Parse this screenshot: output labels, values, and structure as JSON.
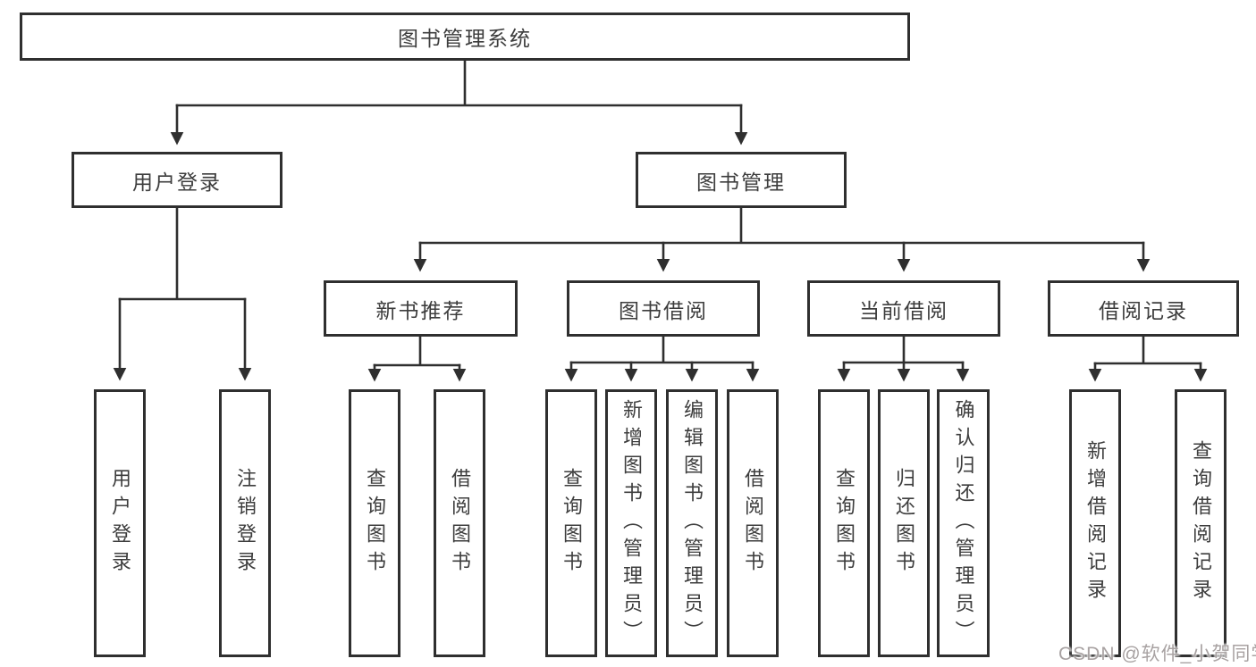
{
  "diagram": {
    "title": "图书管理系统",
    "nodes": {
      "root": "图书管理系统",
      "user_login": "用户登录",
      "book_mgmt": "图书管理",
      "leaf_user_login": "用户登录",
      "leaf_logout": "注销登录",
      "new_book_rec": "新书推荐",
      "book_borrow": "图书借阅",
      "current_borrow": "当前借阅",
      "borrow_record": "借阅记录",
      "nb_query": "查询图书",
      "nb_borrow": "借阅图书",
      "bb_query": "查询图书",
      "bb_add": "新增图书（管理员）",
      "bb_edit": "编辑图书（管理员）",
      "bb_borrow": "借阅图书",
      "cb_query": "查询图书",
      "cb_return": "归还图书",
      "cb_confirm": "确认归还（管理员）",
      "br_add": "新增借阅记录",
      "br_query": "查询借阅记录"
    },
    "structure": {
      "图书管理系统": {
        "用户登录": [
          "用户登录",
          "注销登录"
        ],
        "图书管理": {
          "新书推荐": [
            "查询图书",
            "借阅图书"
          ],
          "图书借阅": [
            "查询图书",
            "新增图书（管理员）",
            "编辑图书（管理员）",
            "借阅图书"
          ],
          "当前借阅": [
            "查询图书",
            "归还图书",
            "确认归还（管理员）"
          ],
          "借阅记录": [
            "新增借阅记录",
            "查询借阅记录"
          ]
        }
      }
    },
    "colors": {
      "line": "#2f2f2f",
      "text": "#3d3d3d",
      "background": "#ffffff",
      "watermark": "#a8a2a2"
    }
  },
  "watermark": {
    "text": "CSDN @软件_小贺同学"
  }
}
